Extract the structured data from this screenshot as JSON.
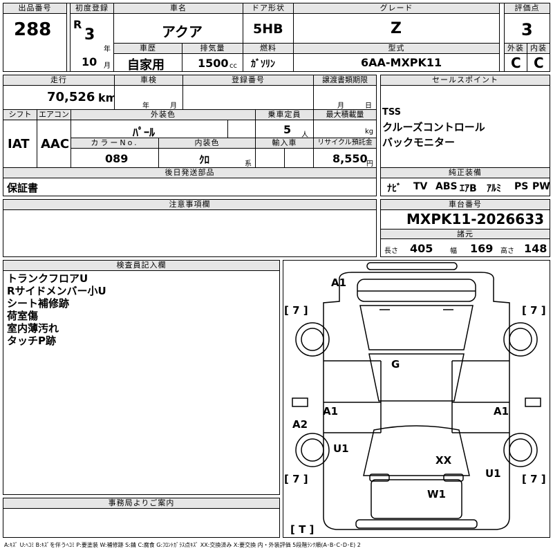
{
  "header": {
    "lot_label": "出品番号",
    "lot": "288",
    "first_reg_label": "初度登録",
    "era": "R",
    "year": "3",
    "year_unit": "年",
    "month": "10",
    "month_unit": "月",
    "name_label": "車名",
    "name": "アクア",
    "door_label": "ドア形状",
    "door": "5HB",
    "grade_label": "グレード",
    "grade": "Z",
    "score_label": "評価点",
    "score": "3",
    "history_label": "車歴",
    "history": "自家用",
    "disp_label": "排気量",
    "disp": "1500",
    "disp_unit": "cc",
    "fuel_label": "燃料",
    "fuel": "ｶﾞｿﾘﾝ",
    "model_label": "型式",
    "model": "6AA-MXPK11",
    "ext_label": "外装",
    "ext": "C",
    "int_label": "内装",
    "int": "C"
  },
  "mid": {
    "mileage_label": "走行",
    "mileage": "70,526",
    "mileage_unit": "km",
    "inspection_label": "車検",
    "insp_year": "年",
    "insp_month": "月",
    "reg_label": "登録番号",
    "transfer_label": "譲渡書類期限",
    "transfer_month": "月",
    "transfer_day": "日",
    "shift_label": "シフト",
    "shift": "IAT",
    "ac_label": "エアコン",
    "ac": "AAC",
    "color_label": "外装色",
    "color": "ﾊﾟｰﾙ",
    "cap_label": "乗車定員",
    "cap": "5",
    "cap_unit": "人",
    "load_label": "最大積載量",
    "load_unit": "kg",
    "colorno_label": "カラーNo.",
    "colorno": "089",
    "intcolor_label": "内装色",
    "intcolor": "ｸﾛ",
    "intcolor_unit": "系",
    "import_label": "輸入車",
    "recycle_label": "リサイクル預託金",
    "recycle": "8,550",
    "recycle_unit": "円",
    "later_label": "後日発送部品",
    "later": "保証書"
  },
  "sales": {
    "label": "セールスポイント",
    "items": [
      "TSS",
      "クルーズコントロール",
      "バックモニター"
    ],
    "equip_label": "純正装備",
    "equip": [
      "ﾅﾋﾞ",
      "TV",
      "ABS",
      "ｴｱB",
      "ｱﾙﾐ",
      "PS",
      "PW"
    ]
  },
  "caution_label": "注意事項欄",
  "chassis": {
    "label": "車台番号",
    "number": "MXPK11-2026633",
    "spec_label": "諸元",
    "len_label": "長さ",
    "len": "405",
    "wid_label": "幅",
    "wid": "169",
    "hgt_label": "高さ",
    "hgt": "148"
  },
  "inspector": {
    "label": "検査員記入欄",
    "notes": [
      "トランクフロアU",
      "Rサイドメンバー小U",
      "シート補修跡",
      "荷室傷",
      "室内薄汚れ",
      "タッチP跡"
    ]
  },
  "office_label": "事務局よりご案内",
  "diagram": {
    "marks": {
      "a1_rear": "A1",
      "g": "G",
      "a1_left": "A1",
      "a1_right": "A1",
      "a2": "A2",
      "u1_left": "U1",
      "xx": "XX",
      "u1_right": "U1",
      "w1": "W1"
    },
    "tires": {
      "tl": "[ 7 ]",
      "tr": "[ 7 ]",
      "bl": "[ 7 ]",
      "br": "[ 7 ]",
      "spare": "[ T ]"
    }
  },
  "legend": "A:ｷｽﾞ U:ﾍｺﾐ B:ｷｽﾞを伴うﾍｺﾐ P:要塗装 W:補修跡 S:錆 C:腐食 G:ﾌﾛﾝﾄｶﾞﾗｽ点ｷｽﾞ XX:交換済み X:要交換 内・外装評価 5段階ﾗﾝｸ順(A･B･C･D･E) 2"
}
